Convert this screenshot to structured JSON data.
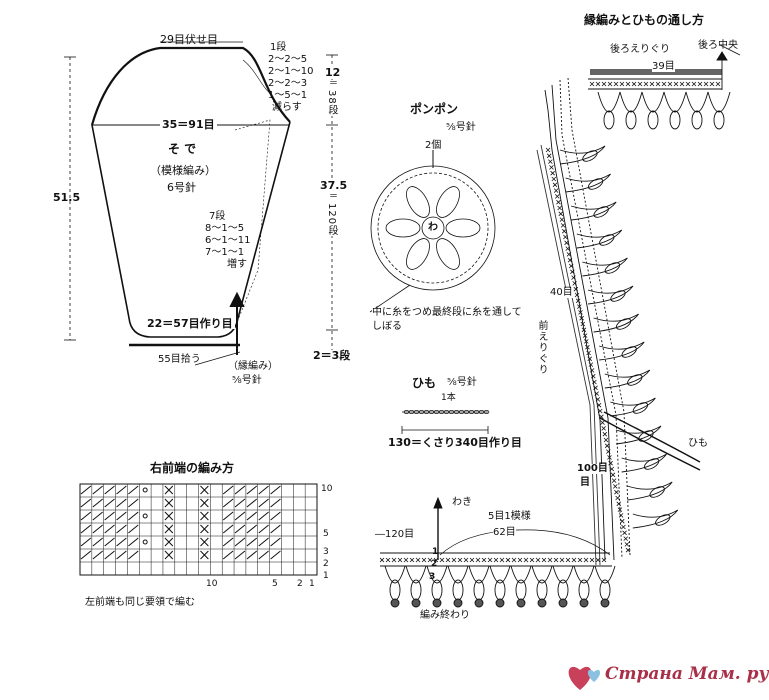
{
  "sleeve": {
    "top_bind_off": "29目伏せ目",
    "decrease_note": [
      "1段",
      "2～2～5",
      "2～1～10",
      "2～2～3",
      "1～5～1",
      "減らす"
    ],
    "width_label": "35＝91目",
    "title": "そ で",
    "pattern": "（模様編み）",
    "needle": "6号針",
    "increase_note": [
      "7段",
      "8～1～5",
      "6～1～11",
      "7～1～1",
      "増す"
    ],
    "cast_on": "22＝57目作り目",
    "pickup": "55目拾う",
    "edge_pattern": "（縁編み）",
    "edge_hook": "⅝号針",
    "height_total": "51.5",
    "cap_height": "12",
    "cap_rows": "38段",
    "body_height": "37.5",
    "body_rows": "120段",
    "edge_height": "2＝3段",
    "equals": "＝"
  },
  "pompom": {
    "title": "ポンポン",
    "hook": "⅝号針",
    "count": "2個",
    "center_mark": "わ",
    "note_line1": "中に糸をつめ最終段に糸を通して",
    "note_line2": "しぼる"
  },
  "cord": {
    "title": "ひも",
    "hook": "⅝号針",
    "count": "1本",
    "chain_note": "130＝くさり340目作り目"
  },
  "chart": {
    "title": "右前端の編み方",
    "row_labels": [
      "10",
      "5",
      "3",
      "2",
      "1"
    ],
    "col_labels": [
      "10",
      "5",
      "2",
      "1"
    ],
    "note": "左前端も同じ要領で編む"
  },
  "edging": {
    "title": "縁編みとひもの通し方",
    "back_neck": "後ろえりぐり",
    "back_center": "後ろ中央",
    "back_count": "39目",
    "front_count": "40目",
    "front_neck": "前えりぐり",
    "cord_label": "ひも",
    "front_edge_count": "100目",
    "side_label": "わき",
    "repeat": "5目1模様",
    "hem_count": "62目",
    "hem_left": "―120目",
    "finish": "編み終わり",
    "row_markers": [
      "3",
      "2",
      "1"
    ]
  },
  "watermark": {
    "site": "Страна Мам",
    "suffix": ". ру"
  }
}
